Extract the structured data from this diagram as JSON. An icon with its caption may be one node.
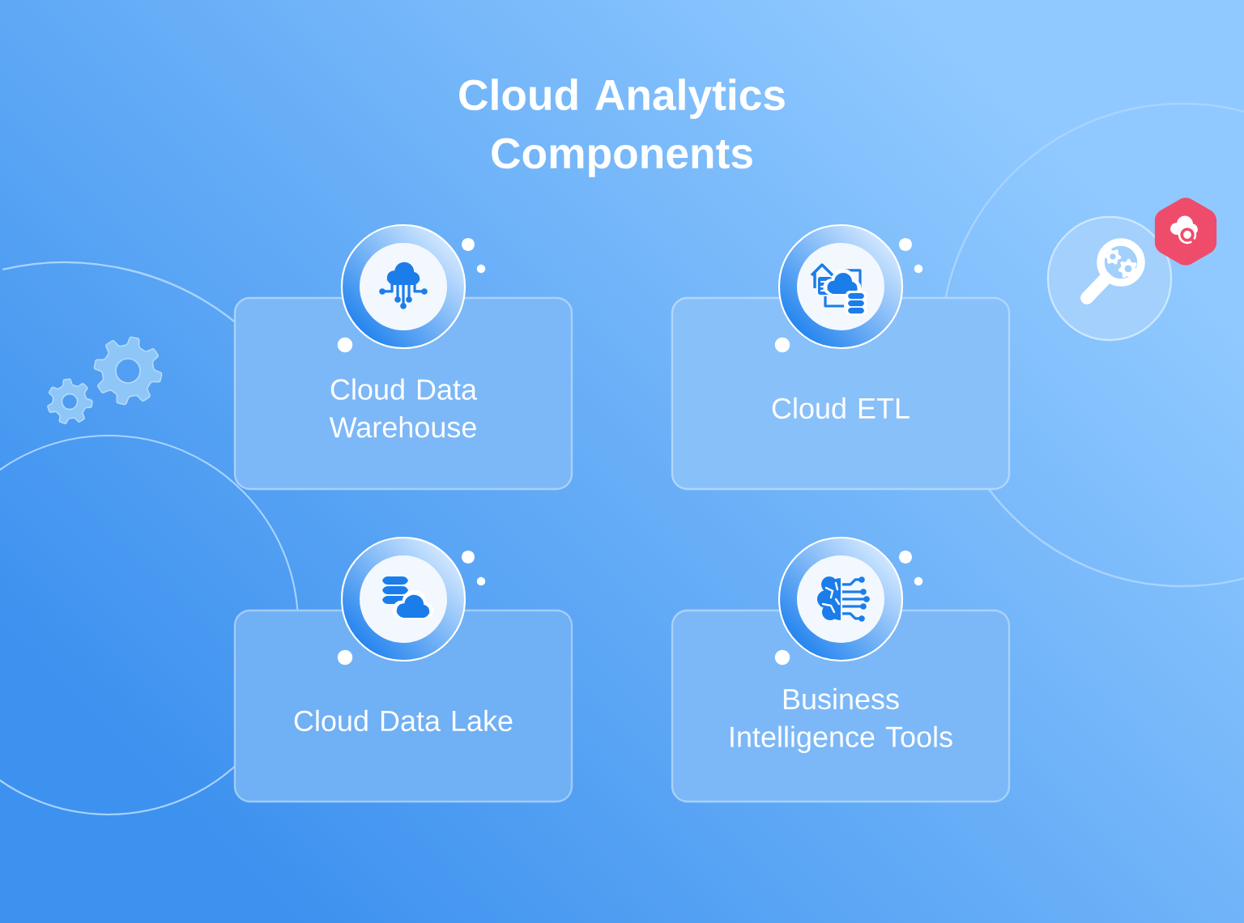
{
  "diagram": {
    "title": "Cloud Analytics Components",
    "nodes": [
      {
        "text": [
          "Cloud Data Warehouse"
        ]
      },
      {
        "text": [
          "Cloud ETL"
        ]
      },
      {
        "text": [
          "Cloud Data Lake"
        ]
      },
      {
        "text": [
          "Business Intelligence Tools"
        ]
      }
    ]
  }
}
